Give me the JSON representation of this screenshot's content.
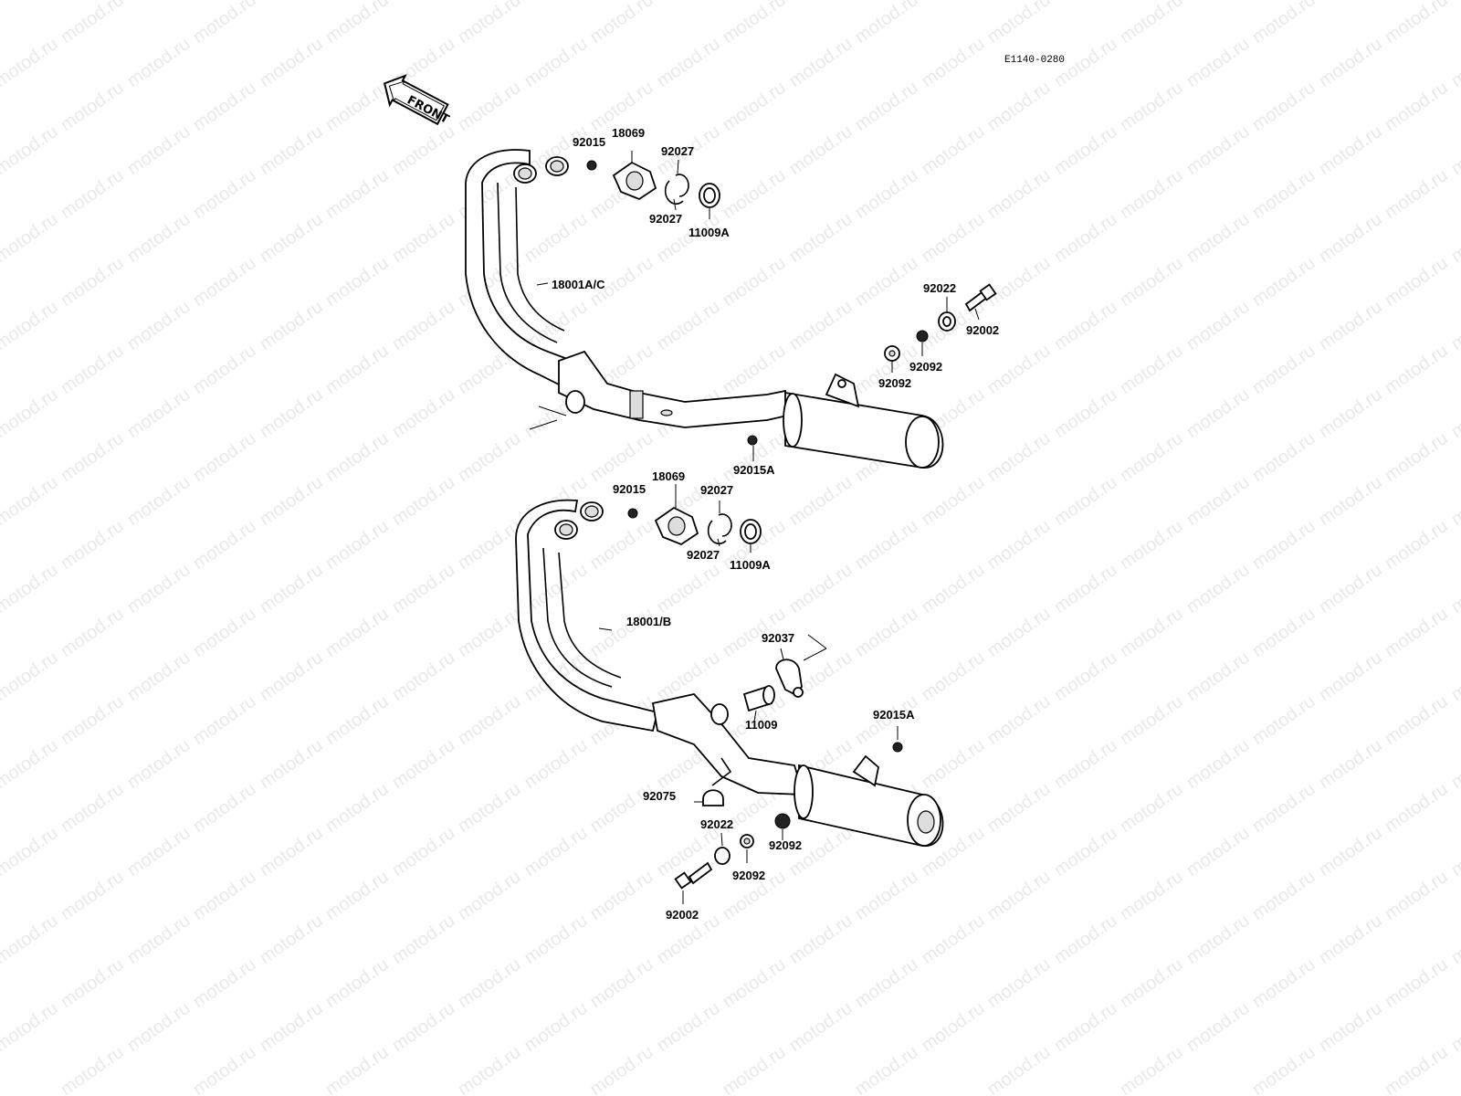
{
  "diagram_code": "E1140-0280",
  "front_label": "FRONT",
  "watermark": "motod.ru",
  "upper_assembly": {
    "labels": {
      "nut_a": "92015",
      "gasket_plate": "18069",
      "ring_top": "92027",
      "ring_bottom": "92027",
      "gasket_ring": "11009A",
      "pipe": "18001A/C",
      "washer_a": "92022",
      "bolt": "92002",
      "collar_a": "92092",
      "collar_b": "92092",
      "nut_b": "92015A"
    }
  },
  "lower_assembly": {
    "labels": {
      "nut_a": "92015",
      "gasket_plate": "18069",
      "ring_top": "92027",
      "ring_bottom": "92027",
      "gasket_ring": "11009A",
      "pipe": "18001/B",
      "clamp": "92037",
      "gasket": "11009",
      "nut_b": "92015A",
      "damper": "92075",
      "washer": "92022",
      "collar_a": "92092",
      "collar_b": "92092",
      "bolt": "92002"
    }
  }
}
